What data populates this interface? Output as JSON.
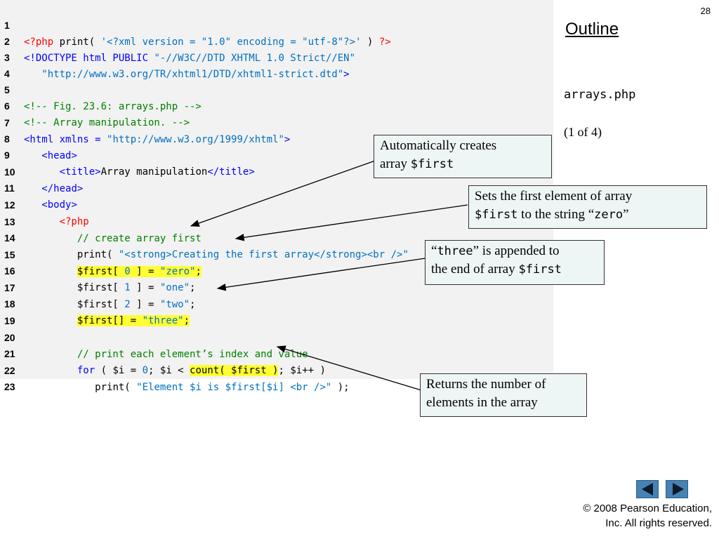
{
  "slide": {
    "page_number": "28",
    "outline_label": "Outline",
    "filename": "arrays.php",
    "page_of": "(1 of 4)"
  },
  "code": {
    "line_numbers": [
      "1",
      "2",
      "3",
      "4",
      "5",
      "6",
      "7",
      "8",
      "9",
      "10",
      "11",
      "12",
      "13",
      "14",
      "15",
      "16",
      "17",
      "18",
      "19",
      "20",
      "21",
      "22",
      "23"
    ],
    "l1": {
      "a": "<?php",
      "b": " print( ",
      "c": "'<?xml version = \"1.0\" encoding = \"utf-8\"?>'",
      "d": " ) ",
      "e": "?>"
    },
    "l2": {
      "a": "<!DOCTYPE html PUBLIC ",
      "b": "\"-//W3C//DTD XHTML 1.0 Strict//EN\""
    },
    "l3": {
      "a": "\"http://www.w3.org/TR/xhtml1/DTD/xhtml1-strict.dtd\"",
      "b": ">"
    },
    "l5": "<!-- Fig. 23.6: arrays.php -->",
    "l6": "<!-- Array manipulation. -->",
    "l7": {
      "a": "<html xmlns = ",
      "b": "\"http://www.w3.org/1999/xhtml\"",
      "c": ">"
    },
    "l8": "<head>",
    "l9": {
      "a": "<title>",
      "b": "Array manipulation",
      "c": "</title>"
    },
    "l10": "</head>",
    "l11": "<body>",
    "l12": "<?php",
    "l13": "// create array first",
    "l14": {
      "a": "print( ",
      "b": "\"<strong>Creating the first array</strong><br />\""
    },
    "l15": {
      "a": "$first[ ",
      "b": "0",
      "c": " ] = ",
      "d": "\"zero\"",
      "e": ";"
    },
    "l16": {
      "a": "$first[ ",
      "b": "1",
      "c": " ] = ",
      "d": "\"one\"",
      "e": ";"
    },
    "l17": {
      "a": "$first[ ",
      "b": "2",
      "c": " ] = ",
      "d": "\"two\"",
      "e": ";"
    },
    "l18": {
      "a": "$first[] = ",
      "b": "\"three\"",
      "c": ";"
    },
    "l20": "// print each element’s index and value",
    "l21": {
      "a": "for",
      "b": " ( $i = ",
      "c": "0",
      "d": "; $i < ",
      "e": "count( $first )",
      "f": "; $i++ )"
    },
    "l22": {
      "a": "print( ",
      "b": "\"Element $i is $first[$i] <br />\"",
      "c": " );"
    }
  },
  "callouts": {
    "c1": {
      "t1": "Automatically creates",
      "t2": "array ",
      "m1": "$first"
    },
    "c2": {
      "t1": "Sets the first element of array",
      "m1": "$first",
      "t2": " to the string “",
      "m2": "zero",
      "t3": "”"
    },
    "c3": {
      "t0": "“",
      "m1": "three",
      "t1": "” is appended to",
      "t2": "the end of array ",
      "m2": "$first"
    },
    "c4": {
      "t1": "Returns the number of",
      "t2": "elements in the array"
    }
  },
  "footer": {
    "copyright_line1": "© 2008 Pearson Education,",
    "copyright_line2": "Inc.  All rights reserved."
  },
  "colors": {
    "code_background": "#f2f2f2",
    "highlight": "#ffff33",
    "callout_background": "#eef5f5",
    "nav_button": "#4682b4"
  }
}
